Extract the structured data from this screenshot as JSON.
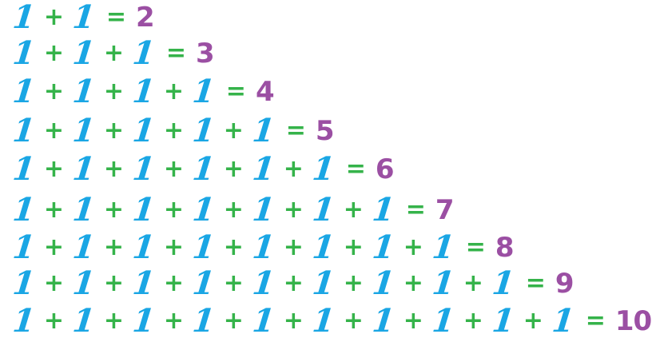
{
  "colors": {
    "ones": "#1aa6e4",
    "operators": "#35b34a",
    "results": "#9b4fa3",
    "background": "#ffffff"
  },
  "symbols": {
    "one": "1",
    "plus": "+",
    "equals": "="
  },
  "equations": [
    {
      "ones": 2,
      "result": "2"
    },
    {
      "ones": 3,
      "result": "3"
    },
    {
      "ones": 4,
      "result": "4"
    },
    {
      "ones": 5,
      "result": "5"
    },
    {
      "ones": 6,
      "result": "6"
    },
    {
      "ones": 7,
      "result": "7"
    },
    {
      "ones": 8,
      "result": "8"
    },
    {
      "ones": 9,
      "result": "9"
    },
    {
      "ones": 10,
      "result": "10"
    }
  ]
}
